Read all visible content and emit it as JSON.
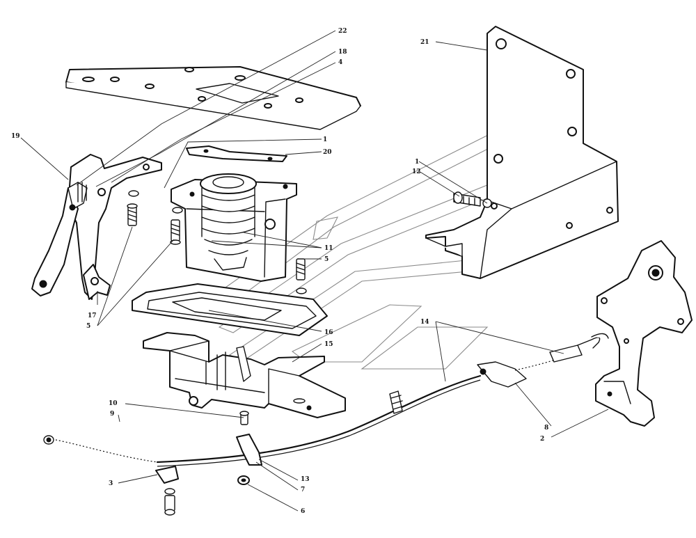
{
  "diagram": {
    "callouts": [
      {
        "id": "22",
        "text": "22"
      },
      {
        "id": "18",
        "text": "18"
      },
      {
        "id": "4",
        "text": "4"
      },
      {
        "id": "21",
        "text": "21"
      },
      {
        "id": "19",
        "text": "19"
      },
      {
        "id": "1a",
        "text": "1"
      },
      {
        "id": "20",
        "text": "20"
      },
      {
        "id": "1b",
        "text": "1"
      },
      {
        "id": "12",
        "text": "12"
      },
      {
        "id": "11",
        "text": "11"
      },
      {
        "id": "5a",
        "text": "5"
      },
      {
        "id": "17",
        "text": "17"
      },
      {
        "id": "5b",
        "text": "5"
      },
      {
        "id": "16",
        "text": "16"
      },
      {
        "id": "14",
        "text": "14"
      },
      {
        "id": "15",
        "text": "15"
      },
      {
        "id": "10",
        "text": "10"
      },
      {
        "id": "9",
        "text": "9"
      },
      {
        "id": "8",
        "text": "8"
      },
      {
        "id": "2",
        "text": "2"
      },
      {
        "id": "3",
        "text": "3"
      },
      {
        "id": "13",
        "text": "13"
      },
      {
        "id": "7",
        "text": "7"
      },
      {
        "id": "6",
        "text": "6"
      }
    ]
  }
}
